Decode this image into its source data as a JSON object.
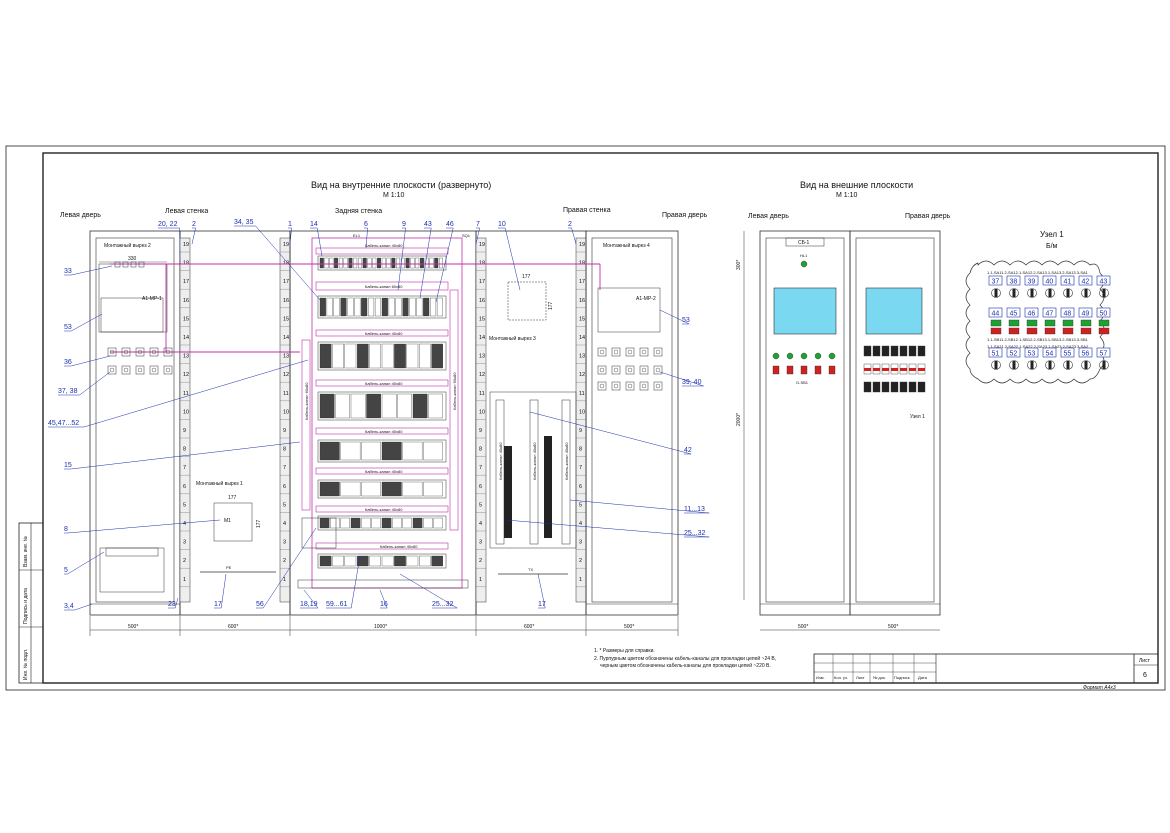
{
  "titles": {
    "inner_view": "Вид на внутренние плоскости (развернуто)",
    "inner_scale": "М 1:10",
    "outer_view": "Вид на внешние плоскости",
    "outer_scale": "М 1:10"
  },
  "section_labels": {
    "left_door": "Левая дверь",
    "left_wall": "Левая стенка",
    "back_wall": "Задняя стенка",
    "right_wall": "Правая стенка",
    "right_door": "Правая дверь",
    "outer_left_door": "Левая дверь",
    "outer_right_door": "Правая дверь"
  },
  "cutouts": {
    "c1": "Монтажный вырез 1",
    "c2": "Монтажный вырез 2",
    "c3": "Монтажный вырез 3",
    "c4": "Монтажный вырез 4"
  },
  "dims": {
    "w330": "330",
    "w177a": "177",
    "h177a": "177",
    "w177b": "177",
    "h177b": "177",
    "h300": "300*",
    "h2000": "2000*",
    "m1": "М1",
    "bottom": [
      "500*",
      "600*",
      "1000*",
      "600*",
      "500*"
    ],
    "outer_bottom": [
      "500*",
      "500*"
    ]
  },
  "modules": {
    "a1mp1": "А1-МР-1",
    "a1mp2": "А1-МР-2",
    "el1": "EL1",
    "sq1": "SQ1",
    "pe": "РЕ",
    "tx": "ТХ",
    "sb1": "СБ-1",
    "hl1": "HL1",
    "g_sb1": "G-SB1",
    "uzel1_ref": "Узел 1"
  },
  "cable_channels": {
    "k40_top": "Кабель-канал 40х80",
    "k60": "Кабель-канал 60х80",
    "k40_a": "Кабель-канал 40х80",
    "k40_b": "Кабель-канал 40х80",
    "k40_c": "Кабель-канал 40х80",
    "k40_d": "Кабель-канал 40х80",
    "k40_e": "Кабель-канал 40х80",
    "k40_f": "Кабель-канал 40х80",
    "k60_vert_l": "Кабель-канал 60х80",
    "k60_vert_r": "Кабель-канал 60х80",
    "k40_vert_a": "Кабель-канал 40х80",
    "k40_vert_b": "Кабель-канал 40х80",
    "k40_vert_c": "Кабель-канал 40х80"
  },
  "callouts_left": [
    "33",
    "53",
    "36",
    "37, 38",
    "45,47...52",
    "15",
    "8",
    "5",
    "3,4"
  ],
  "callouts_top": [
    "20, 22",
    "2",
    "34, 35",
    "1",
    "14",
    "6",
    "9",
    "43",
    "46",
    "7",
    "10",
    "2"
  ],
  "callouts_bottom": [
    "23",
    "17",
    "56",
    "18,19",
    "59...61",
    "16",
    "25...32",
    "17"
  ],
  "callouts_right": [
    "53",
    "39, 40",
    "42",
    "11...13",
    "25...32"
  ],
  "ruler_nums": [
    "19",
    "18",
    "17",
    "16",
    "15",
    "14",
    "13",
    "12",
    "11",
    "10",
    "9",
    "8",
    "7",
    "6",
    "5",
    "4",
    "3",
    "2",
    "1"
  ],
  "uzel": {
    "title": "Узел 1",
    "subtitle": "Б/м",
    "row1_labels": "1.1-SA11.2-SA12.1-SA12.2-SA13.1-SA13.2-SA13.3-SA1",
    "row1_nums": [
      "37",
      "38",
      "39",
      "40",
      "41",
      "42",
      "43"
    ],
    "row2_labels": "1.1-SB11.2-SB12.1-SB12.2-SB13.1-SB13.2-SB13.3-SB1",
    "row2_nums": [
      "44",
      "45",
      "46",
      "47",
      "48",
      "49",
      "50"
    ],
    "row3_labels": "1.1-SA21.2-SA22.1-SA22.2-SA23.1-SA23.2-SA23.3-SA2",
    "row3_nums": [
      "51",
      "52",
      "53",
      "54",
      "55",
      "56",
      "57"
    ]
  },
  "notes": {
    "n1": "1. * Размеры для справки.",
    "n2": "2. Пурпурным цветом обозначены кабель-каналы для прокладки цепей ~24 В,",
    "n3": "черным цветом обозначены кабель-каналы для прокладки цепей ~220 В."
  },
  "stamp": {
    "list_label": "Лист",
    "list_num": "6",
    "cols": [
      "Изм.",
      "Кол. уч.",
      "Лист",
      "№ док.",
      "Подпись",
      "Дата"
    ],
    "format": "Формат А4х3"
  },
  "side_stamp": [
    "Инв. № подл.",
    "Подпись и дата",
    "Взам. инв. №"
  ],
  "colors": {
    "magenta": "#c030a8",
    "blue": "#1a2fb0",
    "green": "#1fa030",
    "red": "#d02020",
    "cyan": "#7ad8f0"
  }
}
